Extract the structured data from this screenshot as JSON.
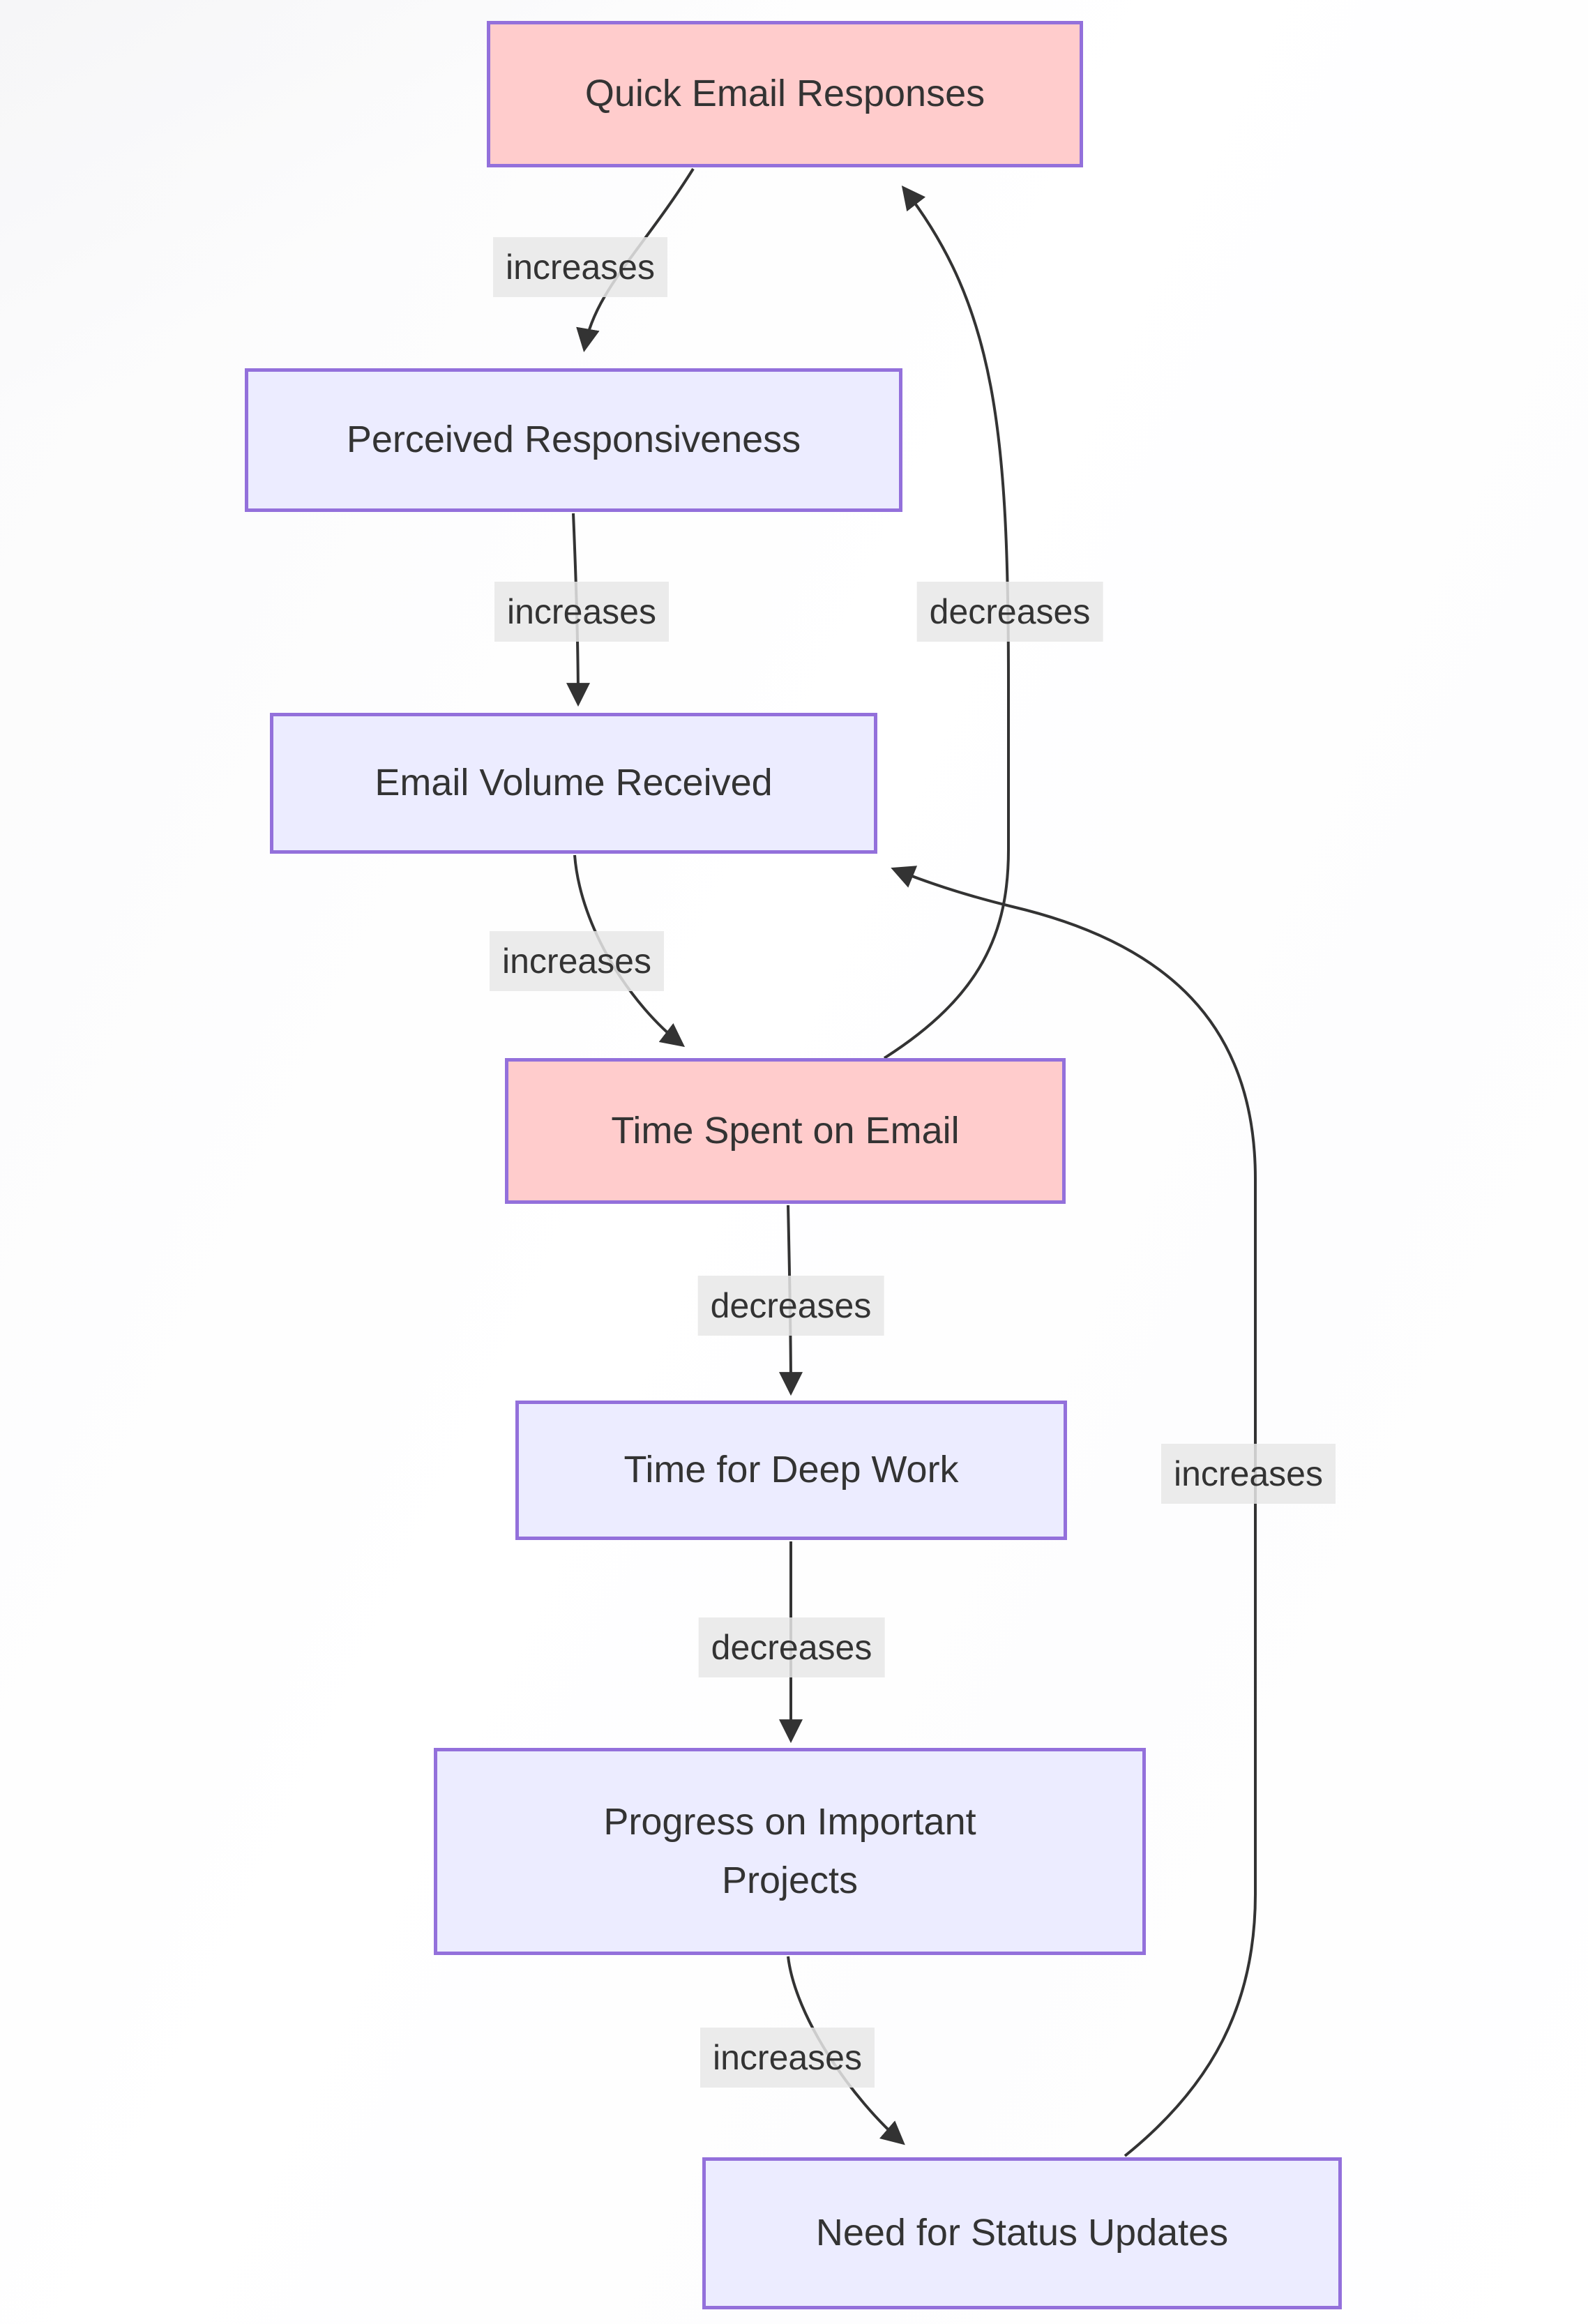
{
  "diagram": {
    "type": "causal-loop-flowchart",
    "nodes": {
      "quick_email_responses": {
        "label": "Quick Email Responses",
        "fill": "#ffcccc"
      },
      "perceived_responsiveness": {
        "label": "Perceived Responsiveness",
        "fill": "#ececff"
      },
      "email_volume_received": {
        "label": "Email Volume Received",
        "fill": "#ececff"
      },
      "time_spent_on_email": {
        "label": "Time Spent on Email",
        "fill": "#ffcccc"
      },
      "time_for_deep_work": {
        "label": "Time for Deep Work",
        "fill": "#ececff"
      },
      "progress_on_important_projects": {
        "label": "Progress on Important Projects",
        "fill": "#ececff"
      },
      "need_for_status_updates": {
        "label": "Need for Status Updates",
        "fill": "#ececff"
      }
    },
    "edges": [
      {
        "from": "quick_email_responses",
        "to": "perceived_responsiveness",
        "label": "increases"
      },
      {
        "from": "perceived_responsiveness",
        "to": "email_volume_received",
        "label": "increases"
      },
      {
        "from": "email_volume_received",
        "to": "time_spent_on_email",
        "label": "increases"
      },
      {
        "from": "time_spent_on_email",
        "to": "time_for_deep_work",
        "label": "decreases"
      },
      {
        "from": "time_for_deep_work",
        "to": "progress_on_important_projects",
        "label": "decreases"
      },
      {
        "from": "progress_on_important_projects",
        "to": "need_for_status_updates",
        "label": "increases"
      },
      {
        "from": "time_spent_on_email",
        "to": "quick_email_responses",
        "label": "decreases"
      },
      {
        "from": "need_for_status_updates",
        "to": "email_volume_received",
        "label": "increases"
      }
    ],
    "colors": {
      "node_pink_fill": "#ffcccc",
      "node_lavender_fill": "#ececff",
      "node_border": "#9370db",
      "edge_stroke": "#333333",
      "edge_label_background": "#e8e8e8",
      "text": "#333333"
    }
  }
}
